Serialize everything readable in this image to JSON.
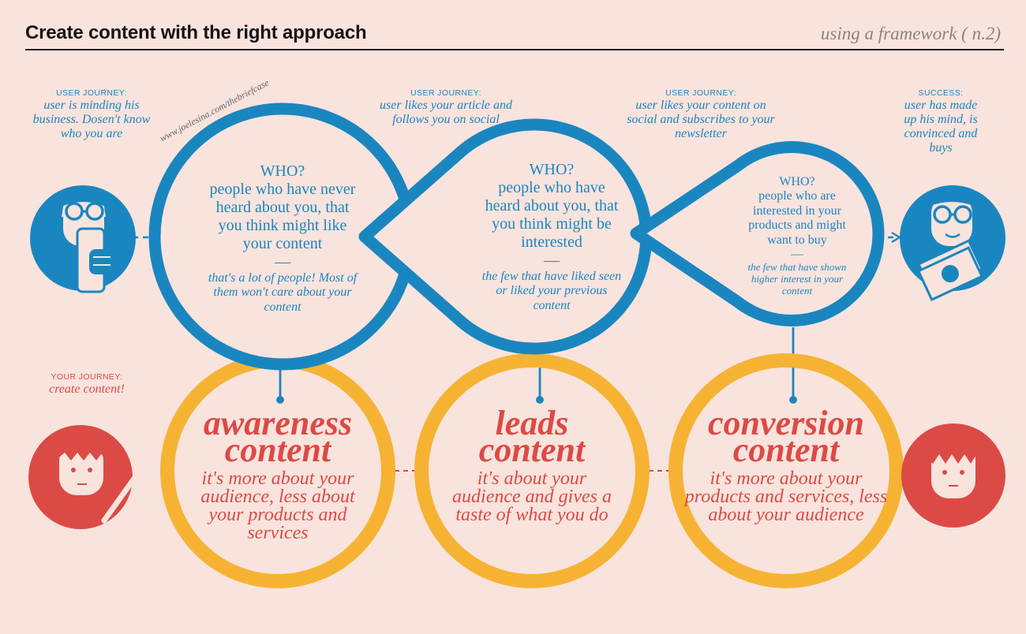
{
  "header": {
    "title": "Create content with the right approach",
    "subtitle": "using a framework ( n.2)"
  },
  "watermark": "www.joelesina.com/thebriefcase",
  "journey_labels": [
    {
      "kicker": "USER JOURNEY:",
      "text": "user is minding his business. Dosen't know who you are"
    },
    {
      "kicker": "USER JOURNEY:",
      "text": "user likes your article and follows you on social"
    },
    {
      "kicker": "USER JOURNEY:",
      "text": "user likes your content on social and subscribes to your newsletter"
    },
    {
      "kicker": "SUCCESS:",
      "text": "user has made up his mind, is convinced and buys"
    }
  ],
  "your_journey": {
    "kicker": "YOUR JOURNEY:",
    "text": "create content!"
  },
  "audience_circles": [
    {
      "who": "WHO?",
      "desc": "people who have never heard about you, that you think might like your content",
      "dash": "—",
      "note": "that's a lot of people! Most of them won't care about your content"
    },
    {
      "who": "WHO?",
      "desc": "people who have heard about you, that you think might be interested",
      "dash": "—",
      "note": "the few that have liked seen or liked your previous content"
    },
    {
      "who": "WHO?",
      "desc": "people who are interested in your products and might want to buy",
      "dash": "—",
      "note": "the few that have shown higher interest in your content"
    }
  ],
  "content_circles": [
    {
      "title_1": "awareness",
      "title_2": "content",
      "desc": "it's more about your audience, less about your products and services"
    },
    {
      "title_1": "leads",
      "title_2": "content",
      "desc": "it's about your audience and gives a taste of what you do"
    },
    {
      "title_1": "conversion",
      "title_2": "content",
      "desc": "it's more about your products and services, less about your audience"
    }
  ],
  "colors": {
    "background": "#f9e3dd",
    "blue": "#1a86c0",
    "red": "#dc4a45",
    "yellow": "#f6b333",
    "dark": "#141414"
  },
  "icons": [
    "user-phone-icon",
    "user-smiling-money-icon",
    "creator-pen-icon",
    "creator-face-icon"
  ]
}
